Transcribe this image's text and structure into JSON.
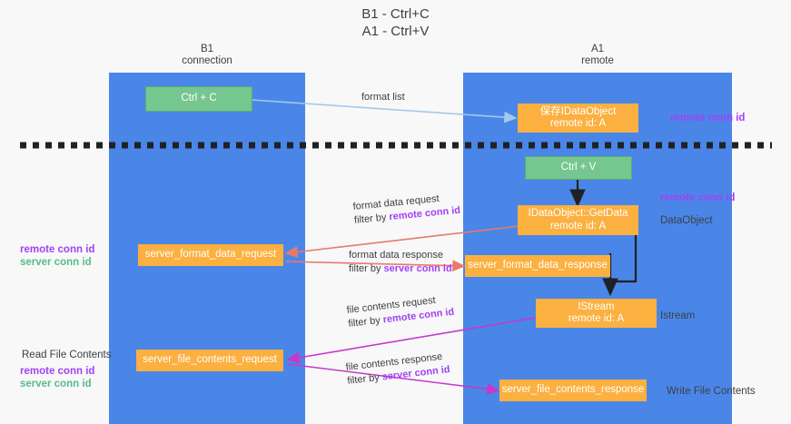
{
  "title": {
    "line1": "B1 - Ctrl+C",
    "line2": "A1 - Ctrl+V"
  },
  "lanes": [
    {
      "id": "b1",
      "line1": "B1",
      "line2": "connection",
      "color": "#4a86e8"
    },
    {
      "id": "a1",
      "line1": "A1",
      "line2": "remote",
      "color": "#4a86e8"
    }
  ],
  "colors": {
    "lane": "#4a86e8",
    "green_box": "#76c68f",
    "orange_box": "#fbb040",
    "remote_conn_id": "#a142f4",
    "server_conn_id": "#57bb8a",
    "arrow_blue": "#a3c9ea",
    "arrow_red": "#e8796a",
    "arrow_magenta": "#c838c8",
    "arrow_black": "#202124",
    "divider": "#202124",
    "background": "#f8f8f8"
  },
  "boxes": {
    "ctrl_c": {
      "title": "Ctrl + C",
      "sub": "",
      "style": "green"
    },
    "save_dataobject": {
      "title": "保存IDataObject",
      "sub": "remote id: A",
      "style": "orange"
    },
    "ctrl_v": {
      "title": "Ctrl + V",
      "sub": "",
      "style": "green"
    },
    "getdata": {
      "title": "IDataObject::GetData",
      "sub": "remote id: A",
      "style": "orange"
    },
    "fmt_req": {
      "title": "server_format_data_request",
      "sub": "",
      "style": "orange"
    },
    "fmt_resp": {
      "title": "server_format_data_response",
      "sub": "",
      "style": "orange"
    },
    "istream": {
      "title": "IStream",
      "sub": "remote id: A",
      "style": "orange"
    },
    "file_req": {
      "title": "server_file_contents_request",
      "sub": "",
      "style": "orange"
    },
    "file_resp": {
      "title": "server_file_contents_response",
      "sub": "",
      "style": "orange"
    }
  },
  "edge_labels": {
    "format_list": {
      "line1": "format list",
      "line2": "",
      "line2_tag": ""
    },
    "format_data_req": {
      "line1": "format data request",
      "line2": "filter by ",
      "line2_tag": "remote conn id"
    },
    "format_data_resp": {
      "line1": "format data response",
      "line2": "filter by ",
      "line2_tag": "server conn id"
    },
    "file_contents_req": {
      "line1": "file contents request",
      "line2": "filter by ",
      "line2_tag": "remote conn id"
    },
    "file_contents_resp": {
      "line1": "file contents response",
      "line2": "filter by ",
      "line2_tag": "server conn id"
    }
  },
  "annotations": {
    "right_remote_top": "remote conn id",
    "right_remote_mid": "remote conn id",
    "right_dataobject": "DataObject",
    "right_istream": "Istream",
    "right_write_file": "Write File Contents",
    "left_read_file": "Read File Contents",
    "left_ids_mid": {
      "remote": "remote conn id",
      "server": "server conn id"
    },
    "left_ids_bottom": {
      "remote": "remote conn id",
      "server": "server conn id"
    }
  }
}
